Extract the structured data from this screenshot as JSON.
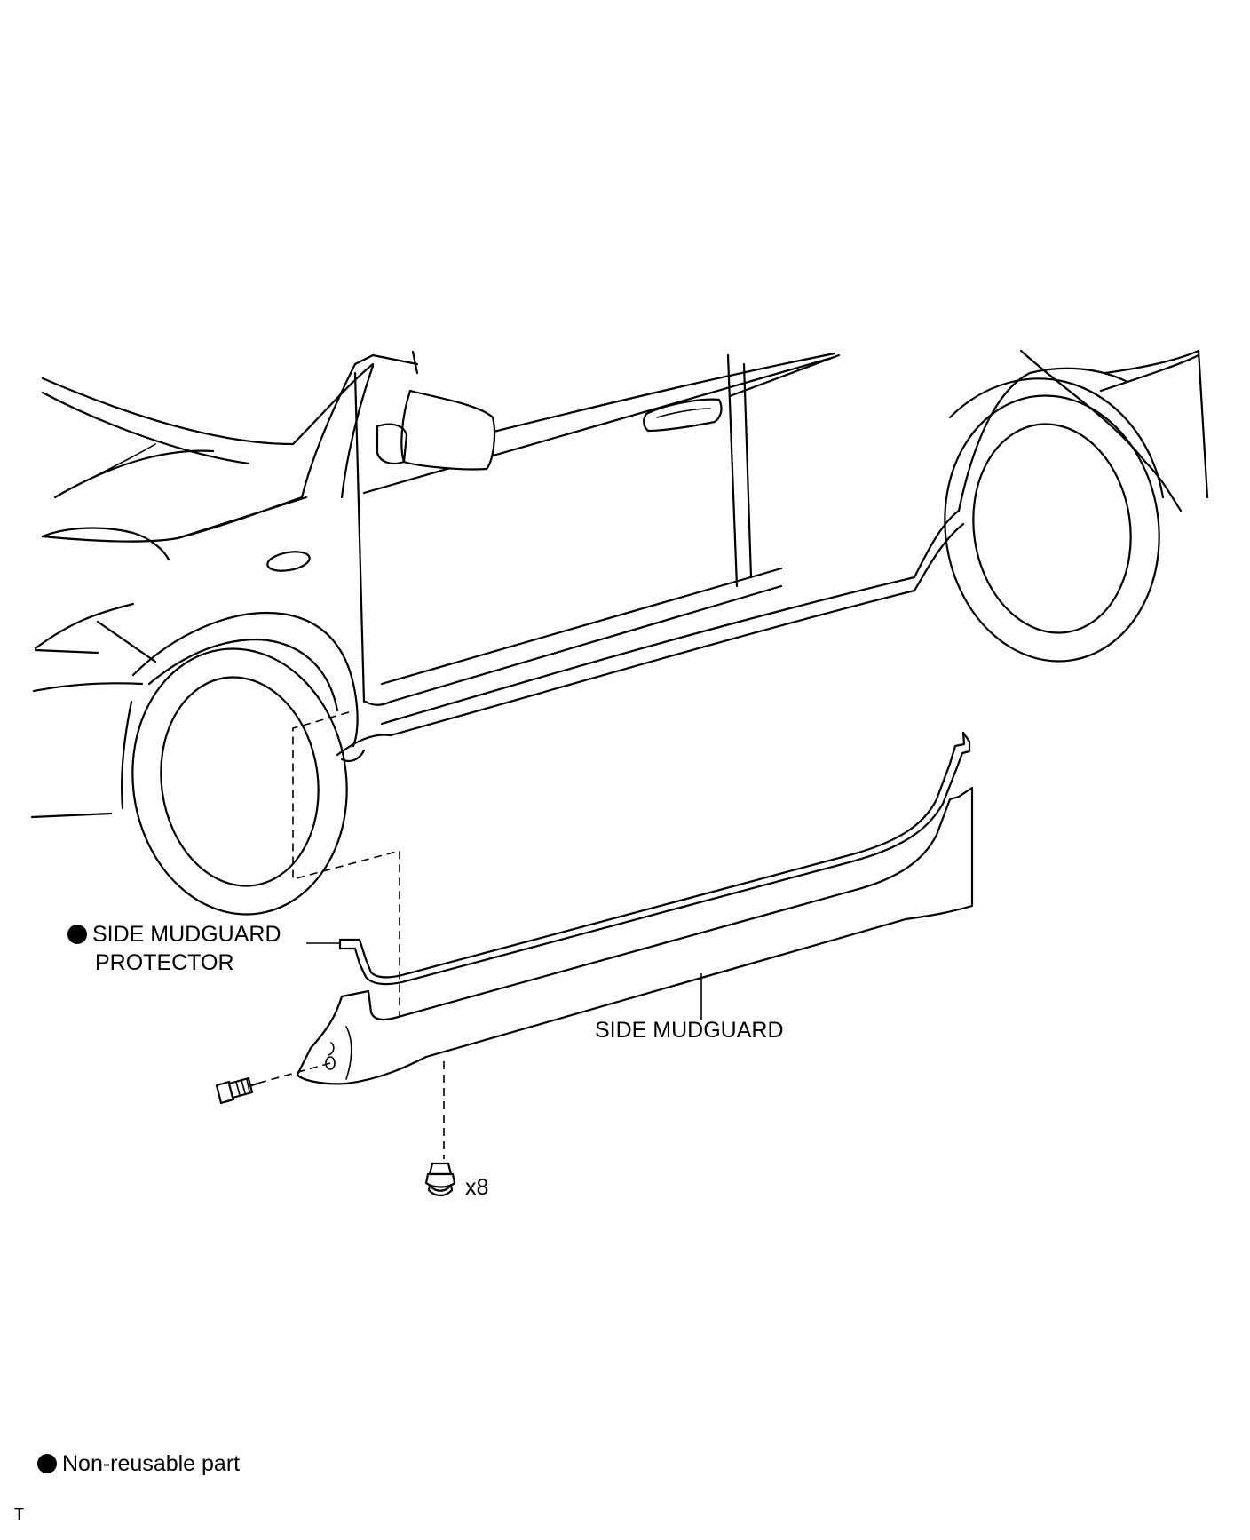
{
  "labels": {
    "protector_line1": "SIDE MUDGUARD",
    "protector_line2": "PROTECTOR",
    "mudguard": "SIDE MUDGUARD",
    "quantity": "x8",
    "legend": "Non-reusable part",
    "corner_mark": "T"
  },
  "legend_symbol": "filled-circle",
  "colors": {
    "line": "#000000",
    "background": "#ffffff"
  }
}
